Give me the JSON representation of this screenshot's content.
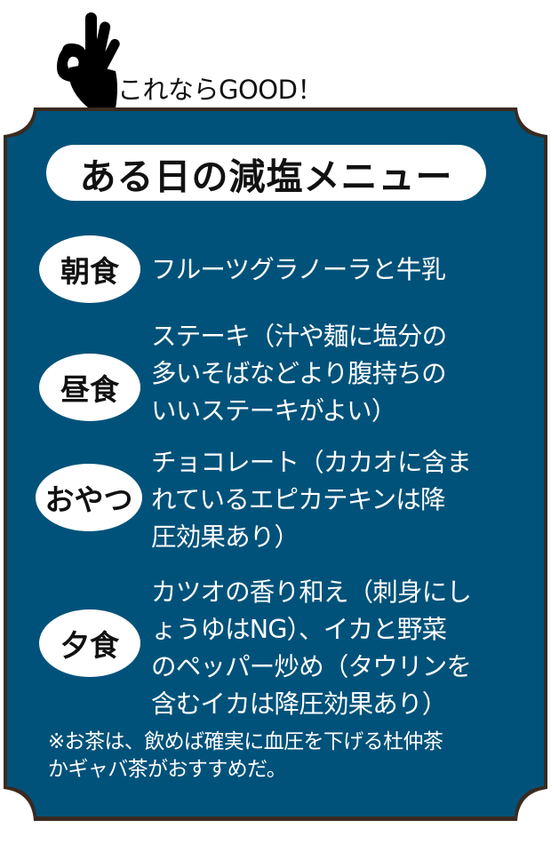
{
  "header": {
    "icon": "ok-hand-icon",
    "tagline": "これならGOOD！"
  },
  "panel": {
    "background_color": "#01527a",
    "border_color": "#3a2a20",
    "title": "ある日の減塩メニュー"
  },
  "meals": [
    {
      "label": "朝食",
      "lines": [
        "フルーツグラノーラと牛乳"
      ]
    },
    {
      "label": "昼食",
      "lines": [
        "ステーキ（汁や麺に塩分の",
        "多いそばなどより腹持ちの",
        "いいステーキがよい）"
      ]
    },
    {
      "label": "おやつ",
      "lines": [
        "チョコレート（カカオに含ま",
        "れているエピカテキンは降",
        "圧効果あり）"
      ]
    },
    {
      "label": "夕食",
      "lines": [
        "カツオの香り和え（刺身にし",
        "ょうゆはNG）、イカと野菜",
        "のペッパー炒め（タウリンを",
        "含むイカは降圧効果あり）"
      ]
    }
  ],
  "note": {
    "lines": [
      "※お茶は、飲めば確実に血圧を下げる杜仲茶",
      "かギャバ茶がおすすめだ。"
    ]
  }
}
